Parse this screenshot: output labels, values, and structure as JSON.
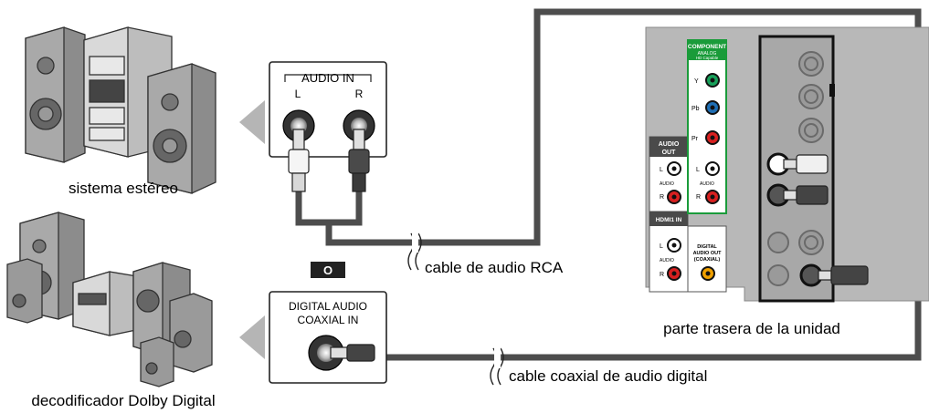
{
  "labels": {
    "stereo": "sistema estéreo",
    "decoder": "decodificador Dolby Digital",
    "rca_cable": "cable de audio RCA",
    "coax_cable": "cable coaxial de audio digital",
    "unit_back": "parte trasera de la unidad",
    "or": "O"
  },
  "audio_in_box": {
    "title": "AUDIO IN",
    "left": "L",
    "right": "R"
  },
  "digital_box": {
    "line1": "DIGITAL AUDIO",
    "line2": "COAXIAL  IN"
  },
  "tv_panel": {
    "component": "COMPONENT",
    "analog": "ANALOG",
    "hd_capable": "HD Capable",
    "y": "Y",
    "pb": "Pb",
    "pr": "Pr",
    "audio_out": [
      "AUDIO",
      "OUT"
    ],
    "l": "L",
    "r": "R",
    "audio": "AUDIO",
    "hdmi1_in": "HDMI1 IN",
    "digital_out": [
      "DIGITAL",
      "AUDIO OUT",
      "(COAXIAL)"
    ]
  },
  "colors": {
    "cable": "#4d4d4d",
    "panel_gray": "#b8b8b8",
    "component_green": "#1a9b3a",
    "jack_red": "#d82020",
    "jack_blue": "#1f6fb5",
    "jack_green": "#18a05a",
    "jack_orange": "#f0a000"
  }
}
